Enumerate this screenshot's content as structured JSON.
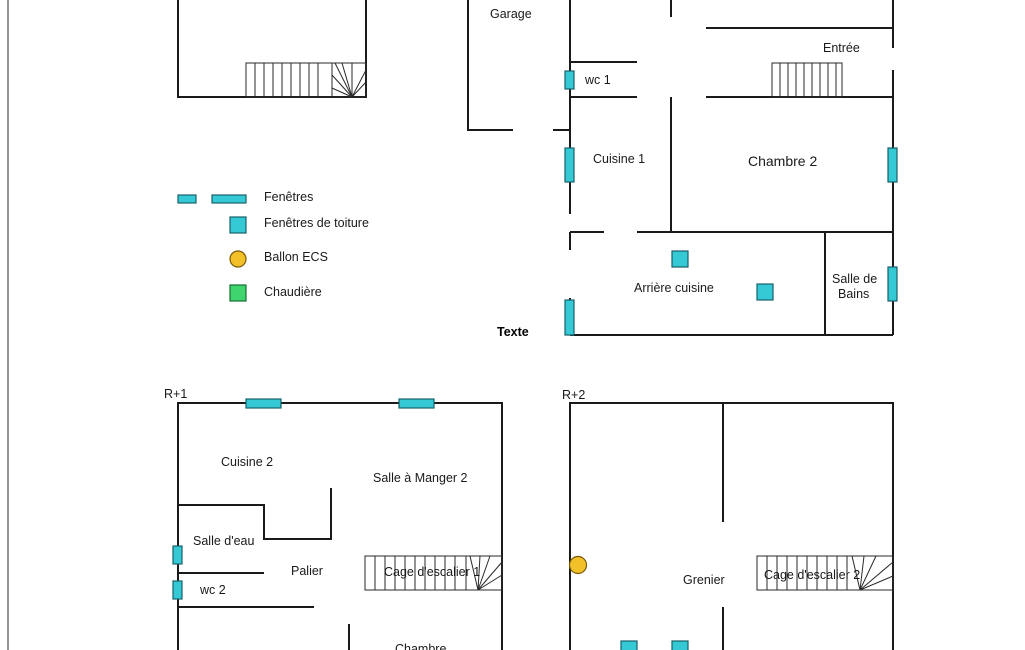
{
  "legend": {
    "windows": "Fenêtres",
    "roof_windows": "Fenêtres de toiture",
    "water_heater": "Ballon ECS",
    "boiler": "Chaudière"
  },
  "caption": "Texte",
  "levels": {
    "ground": {
      "garage": "Garage",
      "entree": "Entrée",
      "wc1": "wc 1",
      "cuisine1": "Cuisine 1",
      "chambre2": "Chambre 2",
      "arriere_cuisine": "Arrière cuisine",
      "salle_de_bains_1": "Salle de",
      "salle_de_bains_2": "Bains"
    },
    "r1": {
      "title": "R+1",
      "cuisine2": "Cuisine 2",
      "salle_a_manger2": "Salle à Manger 2",
      "salle_deau": "Salle d'eau",
      "palier": "Palier",
      "wc2": "wc 2",
      "cage1": "Cage d'escalier 1",
      "chambre_partial": "Chambre"
    },
    "r2": {
      "title": "R+2",
      "grenier": "Grenier",
      "cage2": "Cage d'escalier 2"
    }
  },
  "colors": {
    "window": "#35c9d6",
    "water_heater": "#f2c028",
    "boiler": "#3fd46e"
  }
}
